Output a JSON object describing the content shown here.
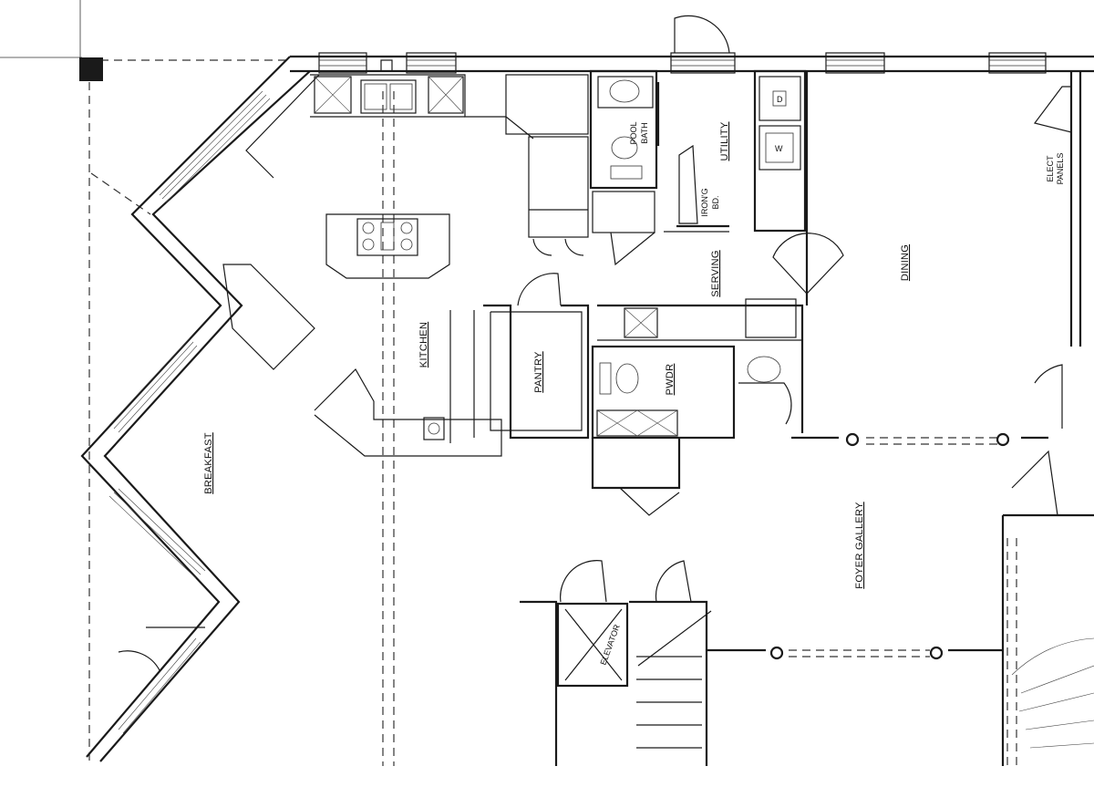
{
  "rooms": {
    "breakfast": "BREAKFAST",
    "kitchen": "KITCHEN",
    "pantry": "PANTRY",
    "pool_bath_line1": "POOL",
    "pool_bath_line2": "BATH",
    "utility": "UTILITY",
    "ironing_line1": "IRON'G",
    "ironing_line2": "BD.",
    "serving": "SERVING",
    "dining": "DINING",
    "elect_line1": "ELECT",
    "elect_line2": "PANELS",
    "powder": "PWDR",
    "foyer_gallery": "FOYER GALLERY",
    "elevator": "ELEVATOR"
  },
  "fixtures": {
    "dryer": "D",
    "washer": "W"
  },
  "colors": {
    "line": "#1a1a1a",
    "background": "#ffffff",
    "column_fill": "#1a1a1a"
  }
}
